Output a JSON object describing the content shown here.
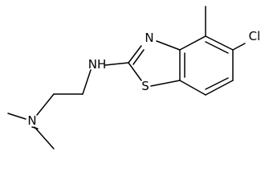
{
  "molecule": {
    "atoms": {
      "amine_n": "N",
      "secondary_amine": "NH",
      "thiazole_n": "N",
      "sulfur": "S",
      "chlorine": "Cl"
    }
  }
}
